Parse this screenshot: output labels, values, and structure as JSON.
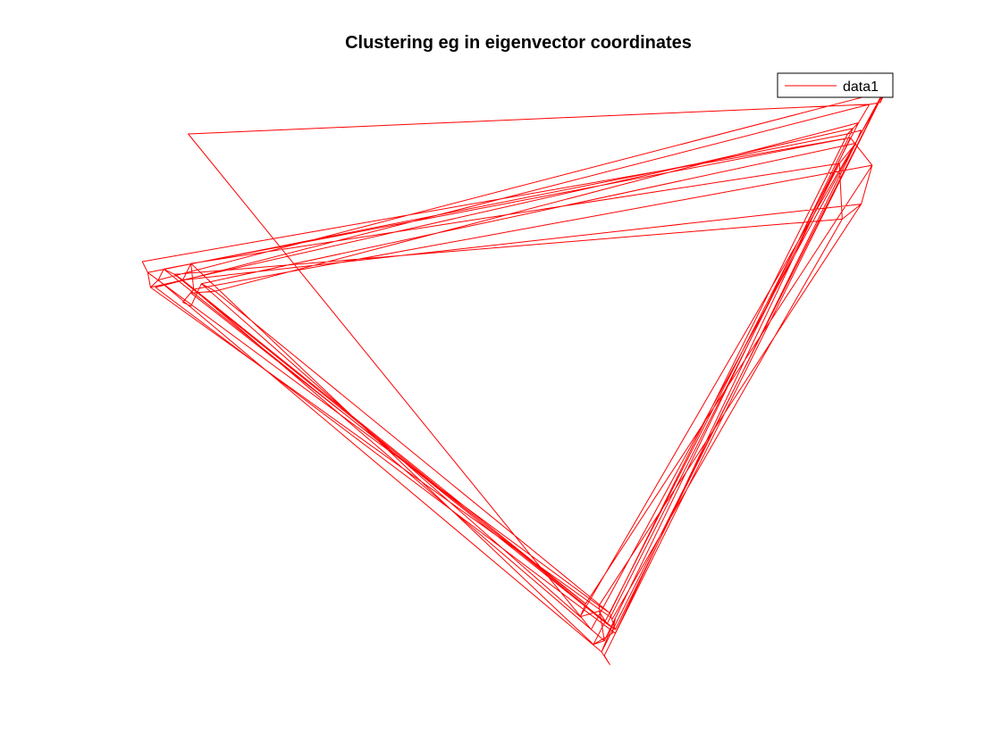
{
  "chart_data": {
    "type": "line",
    "title": "Clustering eg in eigenvector coordinates",
    "xlabel": "",
    "ylabel": "",
    "axes_visible": false,
    "grid": false,
    "xlim": [
      -1.0,
      1.0
    ],
    "ylim": [
      -1.0,
      1.0
    ],
    "legend": {
      "location": "top-right",
      "entries": [
        "data1"
      ]
    },
    "series": [
      {
        "name": "data1",
        "color": "#ff0000",
        "x": [
          0.958,
          0.944,
          0.931,
          0.903,
          0.875,
          0.861,
          0.847,
          0.882,
          0.868,
          0.826,
          0.833,
          0.882,
          0.91,
          0.854,
          -0.965,
          -0.951,
          -0.944,
          -0.924,
          -0.91,
          -0.882,
          -0.861,
          -0.84,
          -0.833,
          -0.861,
          -0.84,
          -0.813,
          -0.778,
          -0.84,
          0.174,
          0.16,
          0.208,
          0.229,
          0.25,
          0.236,
          0.208,
          0.222,
          0.194,
          0.243,
          0.25,
          0.215,
          0.236,
          0.222,
          0.958,
          0.188,
          -0.847,
          0.903,
          -0.931,
          0.25,
          0.854,
          -0.91,
          0.229,
          0.826,
          -0.84,
          0.194,
          0.875,
          -0.778,
          0.236,
          0.847,
          -0.951,
          0.208,
          0.882,
          -0.861,
          0.174,
          0.91,
          -0.833,
          0.222,
          0.861,
          -0.944,
          0.243,
          0.833,
          -0.882,
          0.25,
          0.868,
          -0.813,
          0.16,
          0.944,
          -0.924,
          0.215,
          0.958
        ],
        "y": [
          0.929,
          0.887,
          0.851,
          0.845,
          0.786,
          0.768,
          0.75,
          0.762,
          0.72,
          0.655,
          0.476,
          0.524,
          0.649,
          0.738,
          0.339,
          0.304,
          0.256,
          0.28,
          0.315,
          0.298,
          0.28,
          0.333,
          0.25,
          0.208,
          0.196,
          0.268,
          0.244,
          0.238,
          -0.762,
          -0.804,
          -0.786,
          -0.827,
          -0.845,
          -0.792,
          -0.768,
          -0.881,
          -0.893,
          -0.857,
          -0.81,
          -0.917,
          -0.958,
          -0.929,
          0.929,
          -0.845,
          0.75,
          0.845,
          0.256,
          -0.857,
          0.738,
          0.315,
          -0.827,
          0.655,
          0.333,
          -0.893,
          0.786,
          0.244,
          -0.792,
          0.75,
          0.304,
          -0.768,
          0.524,
          0.28,
          -0.762,
          0.649,
          0.25,
          -0.881,
          0.768,
          0.256,
          -0.81,
          0.476,
          0.298,
          -0.845,
          0.72,
          0.268,
          -0.804,
          0.887,
          0.28,
          -0.917,
          0.929
        ]
      }
    ]
  }
}
